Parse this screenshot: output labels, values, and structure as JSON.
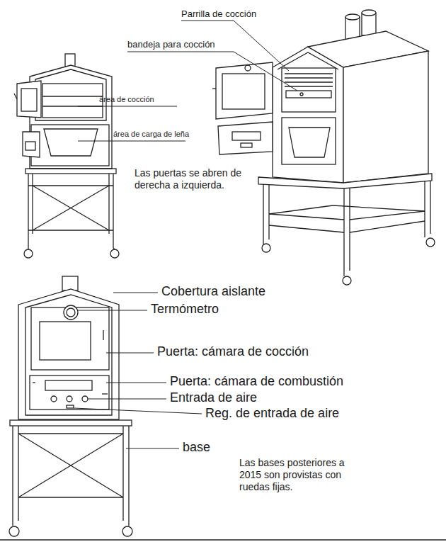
{
  "diagram": {
    "labels": [
      "Parrilla de cocción",
      "bandeja para cocción",
      "área de cocción",
      "área de carga de leña",
      "Las puertas se abren de derecha a izquierda.",
      "Cobertura aislante",
      "Termómetro",
      "Puerta: cámara de cocción",
      "Puerta: cámara de combustión",
      "Entrada de aire",
      "Reg. de entrada de aire",
      "base",
      "Las bases posteriores a 2015 son provistas con ruedas fijas."
    ]
  }
}
